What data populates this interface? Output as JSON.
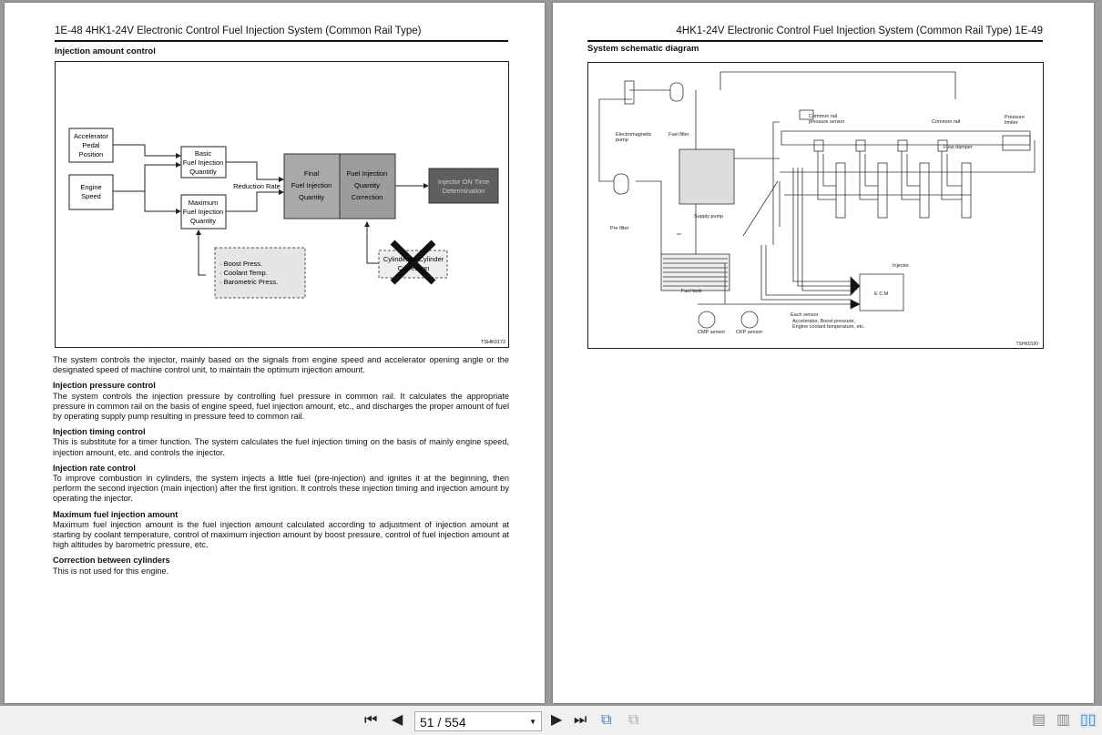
{
  "left_page": {
    "header": "1E-48 4HK1-24V Electronic Control Fuel Injection System (Common Rail Type)",
    "section_title": "Injection amount control",
    "diagram": {
      "accel": [
        "Accelerator",
        "Pedal",
        "Position"
      ],
      "engine": [
        "Engine",
        "Speed"
      ],
      "basic": [
        "Basic",
        "Fuel Injection",
        "Quantitly"
      ],
      "maximum": [
        "Maximum",
        "Fuel Injection",
        "Quantity"
      ],
      "reduction": "Reduction Rate",
      "final": [
        "Final",
        "Fuel Injection",
        "Quantity"
      ],
      "correction": [
        "Fuel Injection",
        "Quantity",
        "Correction"
      ],
      "injector_on": [
        "Injector ON Time",
        "Determination"
      ],
      "sensors": [
        "· Boost Press.",
        "· Coolant Temp.",
        "· Barometric Press."
      ],
      "cyl": [
        "Cylinder-to-Cylinder",
        "Correction"
      ],
      "code": "TSHK0172"
    },
    "intro": "The system controls the injector, mainly based on the signals from engine speed and accelerator opening angle or the designated speed of machine control unit, to maintain the optimum injection amount.",
    "sections": [
      {
        "title": "Injection pressure control",
        "text": "The system controls the injection pressure by controlling fuel pressure in common rail. It calculates the appropriate pressure in common rail on the basis of engine speed, fuel injection amount, etc., and discharges the proper amount of fuel by operating supply pump resulting in pressure feed to common rail."
      },
      {
        "title": "Injection timing control",
        "text": "This is substitute for a timer function. The system calculates the fuel injection timing on the basis of mainly engine speed, injection amount, etc. and controls the injector."
      },
      {
        "title": "Injection rate control",
        "text": "To improve combustion in cylinders, the system injects a little fuel (pre-injection) and ignites it at the beginning, then perform the second injection (main injection) after the first ignition. It controls these injection timing and injection amount by operating the injector."
      },
      {
        "title": "Maximum fuel injection amount",
        "text": "Maximum fuel injection amount is the fuel injection amount calculated according to adjustment of injection amount at starting by coolant temperature, control of maximum injection amount by boost pressure, control of fuel injection amount at high altitudes by barometric pressure, etc."
      },
      {
        "title": "Correction between cylinders",
        "text": "This is not used for this engine."
      }
    ]
  },
  "right_page": {
    "header": "4HK1-24V Electronic Control Fuel Injection System (Common Rail Type) 1E-49",
    "section_title": "System schematic diagram",
    "labels": {
      "em_pump": "Electromagnetic",
      "em_pump2": "pump",
      "fuel_filter": "Fuel filter",
      "pre_filter": "Pre filter",
      "crps": "Common rail",
      "crps2": "pressure sensor",
      "common_rail": "Common rail",
      "plimit": "Pressure",
      "plimit2": "limiter",
      "flow_damper": "Flow damper",
      "supply_pump": "Supply pump",
      "fuel_tank": "Fuel tank",
      "injector": "Injector",
      "ecm": "E C M",
      "each_sensor": "Each sensor",
      "each_sensor2": "Accelerator, Boost pressure,",
      "each_sensor3": "Engine coolant temperature, etc.",
      "cmp": "CMP sensor",
      "ckp": "CKP sensor",
      "code": "TSHK0190"
    }
  },
  "toolbar": {
    "page_indicator": "51 / 554"
  }
}
